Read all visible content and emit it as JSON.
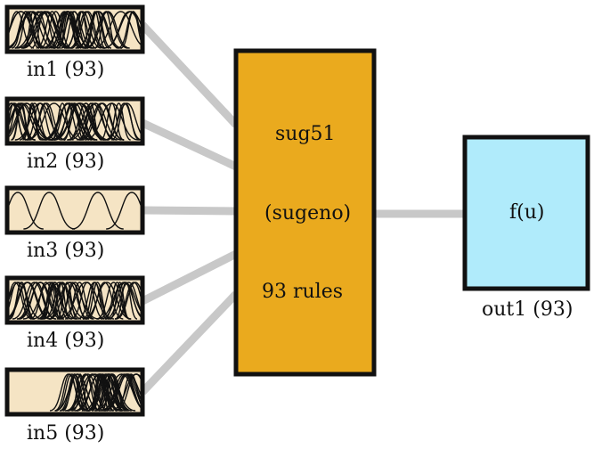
{
  "system": {
    "name": "sug51",
    "type": "(sugeno)",
    "rules": "93 rules",
    "color": "#eaaa1e"
  },
  "inputs": [
    {
      "label": "in1 (93)",
      "membership_style": "dense"
    },
    {
      "label": "in2 (93)",
      "membership_style": "dense"
    },
    {
      "label": "in3 (93)",
      "membership_style": "sparse"
    },
    {
      "label": "in4 (93)",
      "membership_style": "dense"
    },
    {
      "label": "in5 (93)",
      "membership_style": "right-skewed"
    }
  ],
  "input_box_color": "#f5e4c4",
  "output": {
    "function": "f(u)",
    "label": "out1 (93)",
    "color": "#b0ebfb"
  },
  "connector_color": "#c8c8c8"
}
